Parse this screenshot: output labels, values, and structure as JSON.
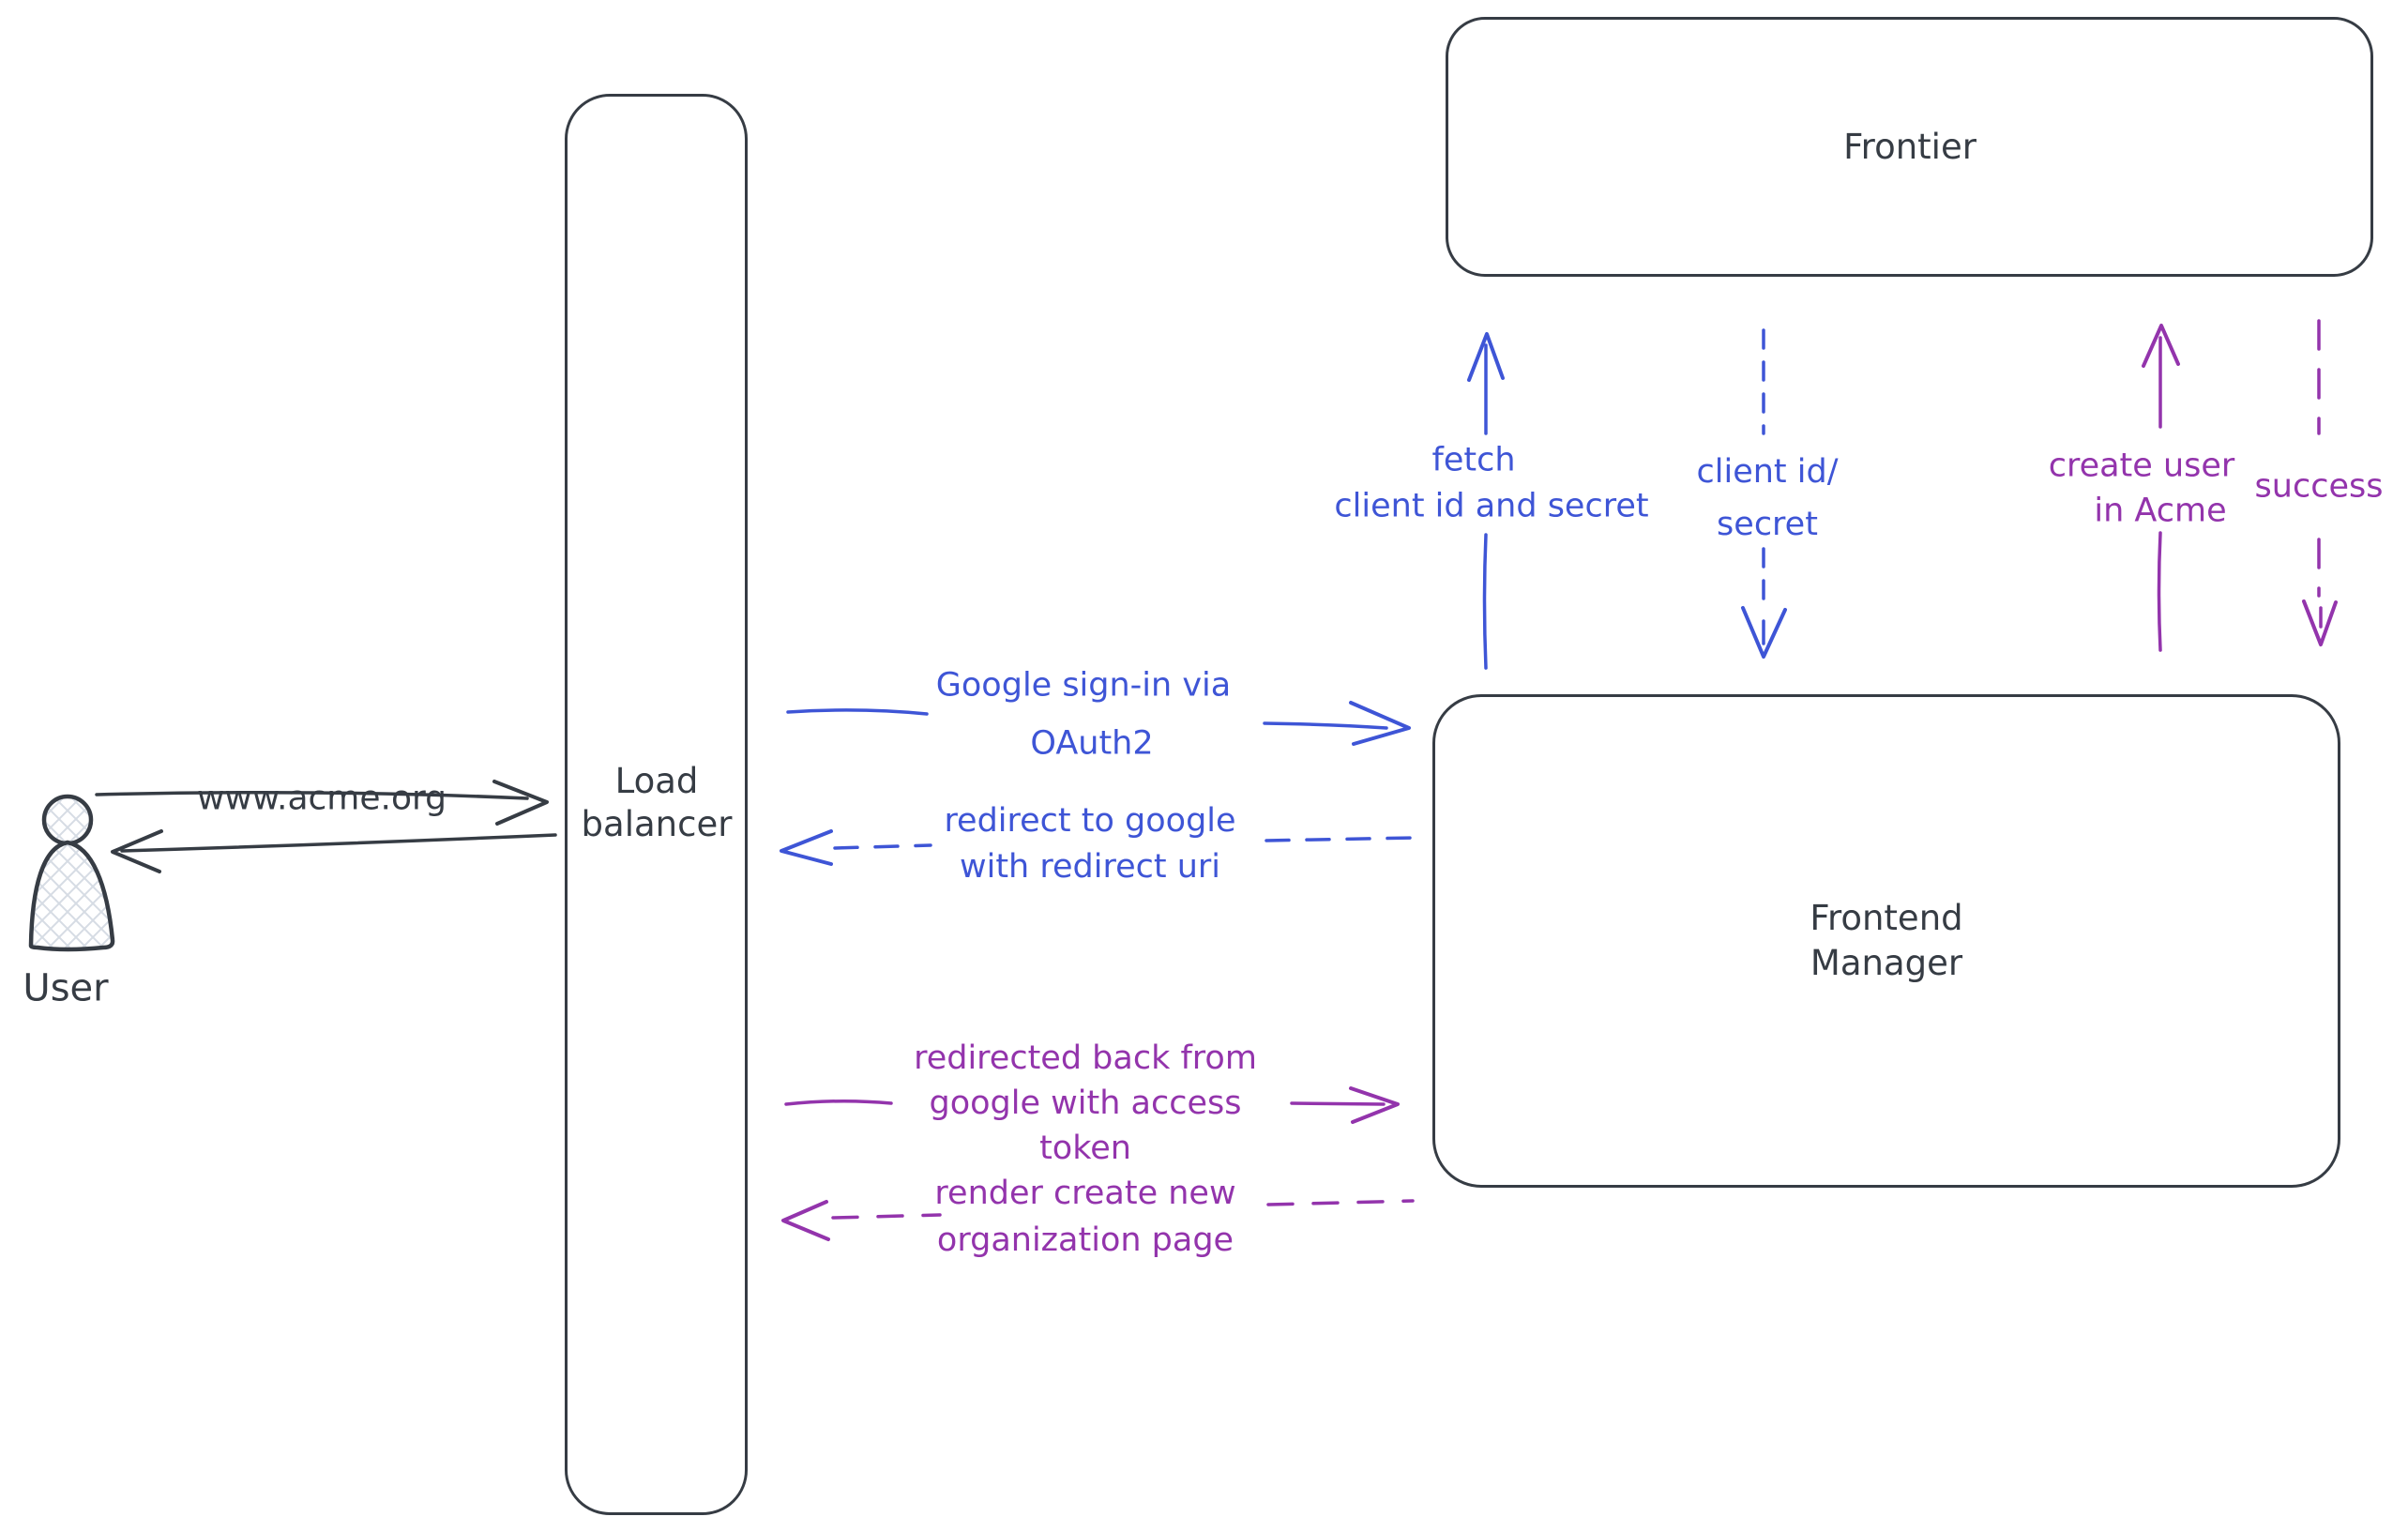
{
  "diagram": {
    "background": "#ffffff",
    "colors": {
      "ink": "#363c44",
      "blue": "#3e55d6",
      "purple": "#9334ac",
      "hatch_fill": "#d6dce4"
    },
    "nodes": {
      "user": {
        "label": "User"
      },
      "load_balancer": {
        "line1": "Load",
        "line2": "balancer"
      },
      "frontier": {
        "label": "Frontier"
      },
      "frontend_manager": {
        "line1": "Frontend",
        "line2": "Manager"
      }
    },
    "edges": {
      "acme_request": {
        "label": "www.acme.org",
        "style": "solid",
        "color": "ink",
        "direction": "right"
      },
      "acme_response": {
        "style": "solid",
        "color": "ink",
        "direction": "left"
      },
      "google_signin": {
        "line1": "Google sign-in via",
        "line2": "OAuth2",
        "style": "solid",
        "color": "blue",
        "direction": "right"
      },
      "redirect_google": {
        "line1": "redirect to google",
        "line2": "with redirect uri",
        "style": "dashed",
        "color": "blue",
        "direction": "left"
      },
      "fetch_creds": {
        "line1": "fetch",
        "line2": "client id and secret",
        "style": "solid",
        "color": "blue",
        "direction": "up"
      },
      "client_creds": {
        "line1": "client id/",
        "line2": "secret",
        "style": "dashed",
        "color": "blue",
        "direction": "down"
      },
      "create_user": {
        "line1": "create user",
        "line2": "in Acme",
        "style": "solid",
        "color": "purple",
        "direction": "up"
      },
      "success": {
        "label": "success",
        "style": "dashed",
        "color": "purple",
        "direction": "down"
      },
      "redirected_back": {
        "line1": "redirected back from",
        "line2": "google with access",
        "line3": "token",
        "style": "solid",
        "color": "purple",
        "direction": "right"
      },
      "render_page": {
        "line1": "render create new",
        "line2": "organization page",
        "style": "dashed",
        "color": "purple",
        "direction": "left"
      }
    }
  }
}
